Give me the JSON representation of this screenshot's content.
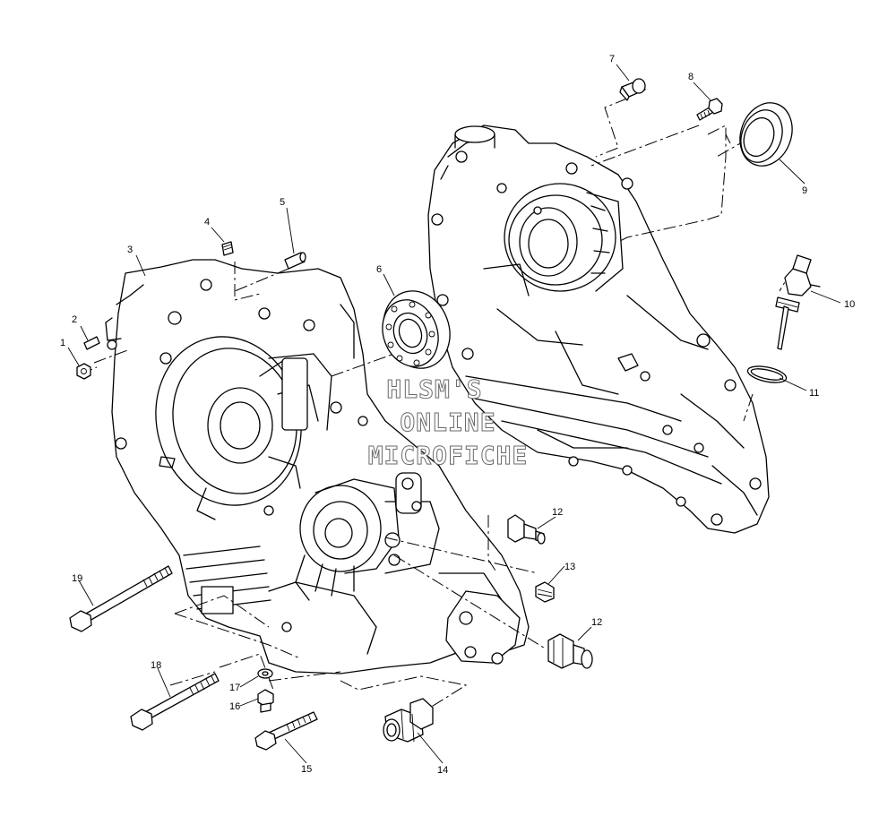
{
  "watermark": {
    "line1": "HLSM'S",
    "line2": "ONLINE",
    "line3": "MICROFICHE"
  },
  "callouts": {
    "c1": "1",
    "c2": "2",
    "c3": "3",
    "c4": "4",
    "c5": "5",
    "c6": "6",
    "c7": "7",
    "c8": "8",
    "c9": "9",
    "c10": "10",
    "c11": "11",
    "c12a": "12",
    "c12b": "12",
    "c13": "13",
    "c14": "14",
    "c15": "15",
    "c16": "16",
    "c17": "17",
    "c18": "18",
    "c19": "19"
  },
  "colors": {
    "ink": "#000000",
    "watermark_outline": "#6a6a6a",
    "background": "#ffffff"
  }
}
